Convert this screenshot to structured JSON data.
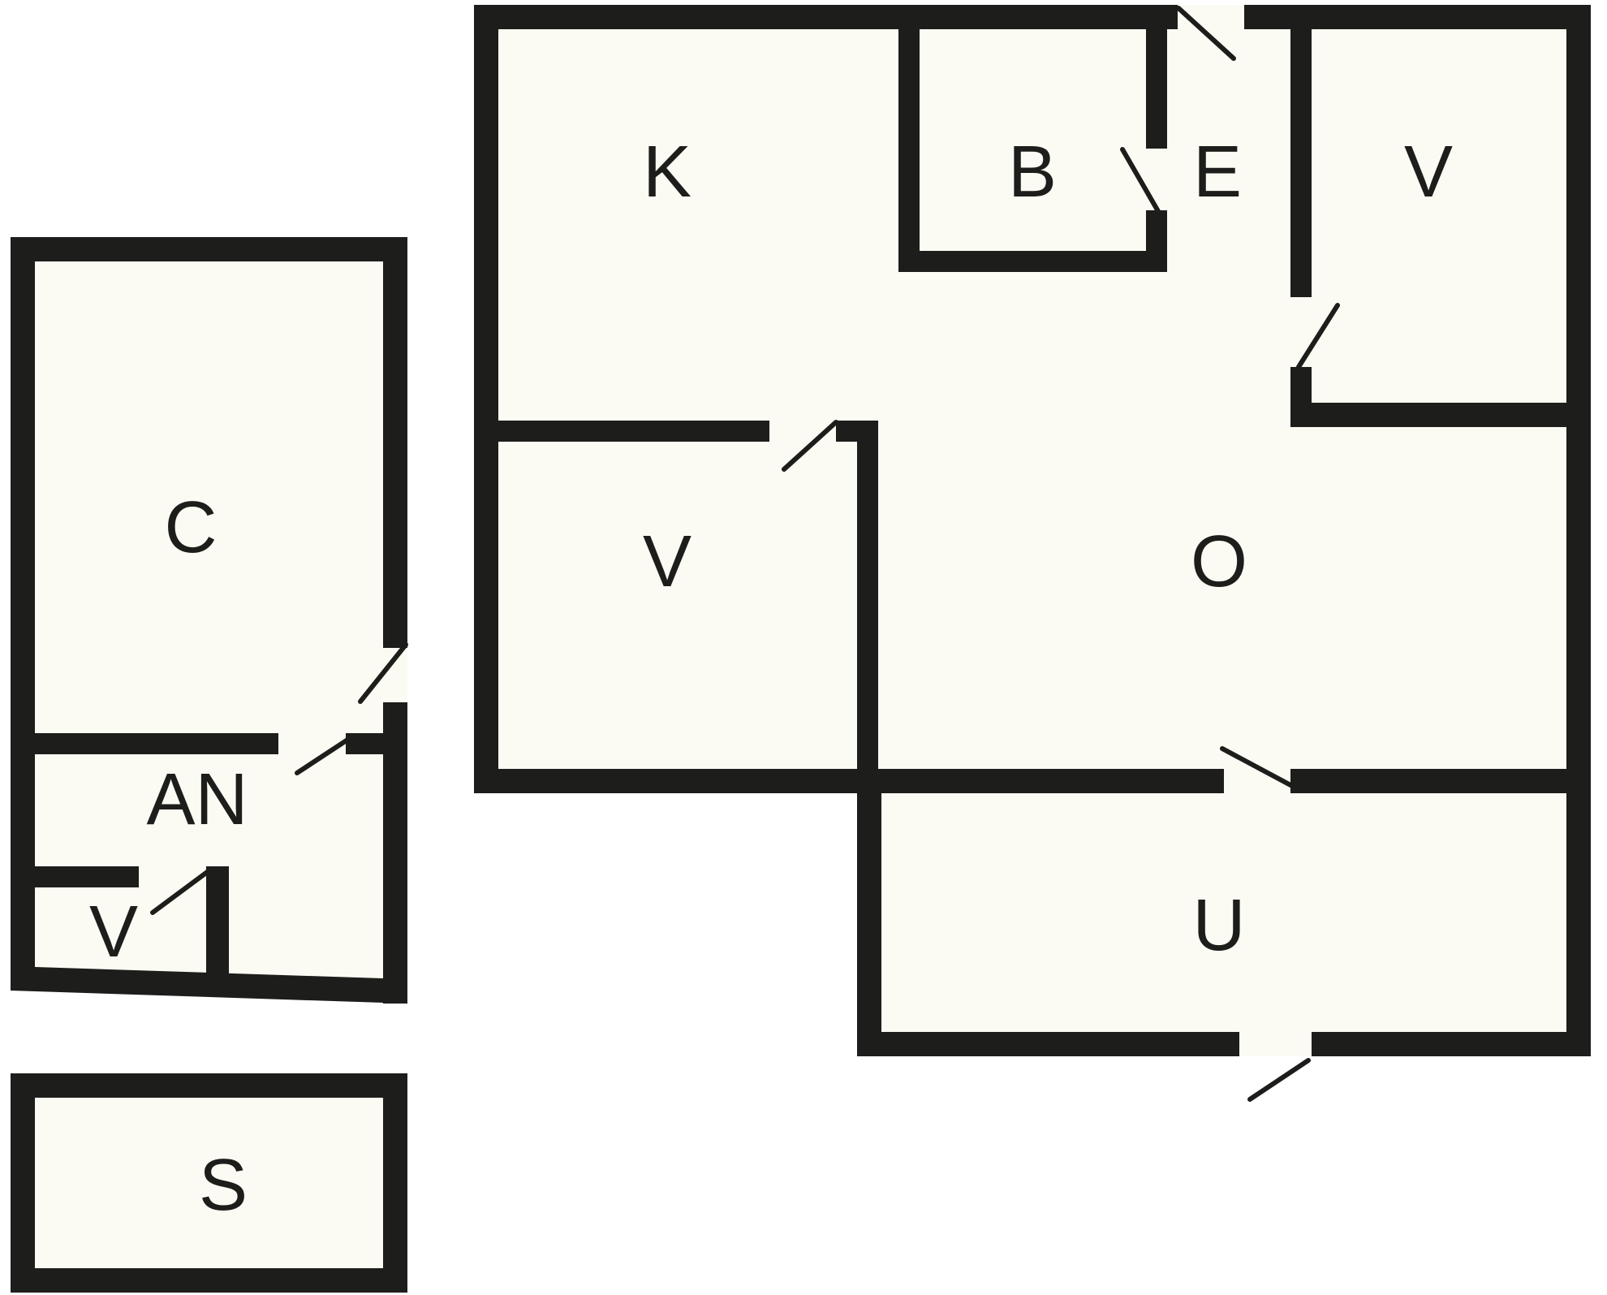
{
  "document": {
    "type": "floor-plan"
  },
  "colors": {
    "background": "#ffffff",
    "wall": "#1d1d1b",
    "floor": "#fbfbf3",
    "label": "#1d1d1b"
  },
  "rooms": {
    "k": {
      "label": "K"
    },
    "b": {
      "label": "B"
    },
    "e": {
      "label": "E"
    },
    "v_ne": {
      "label": "V"
    },
    "v_mid": {
      "label": "V"
    },
    "o": {
      "label": "O"
    },
    "u": {
      "label": "U"
    },
    "c": {
      "label": "C"
    },
    "an": {
      "label": "AN"
    },
    "v_sw": {
      "label": "V"
    },
    "s": {
      "label": "S"
    }
  }
}
